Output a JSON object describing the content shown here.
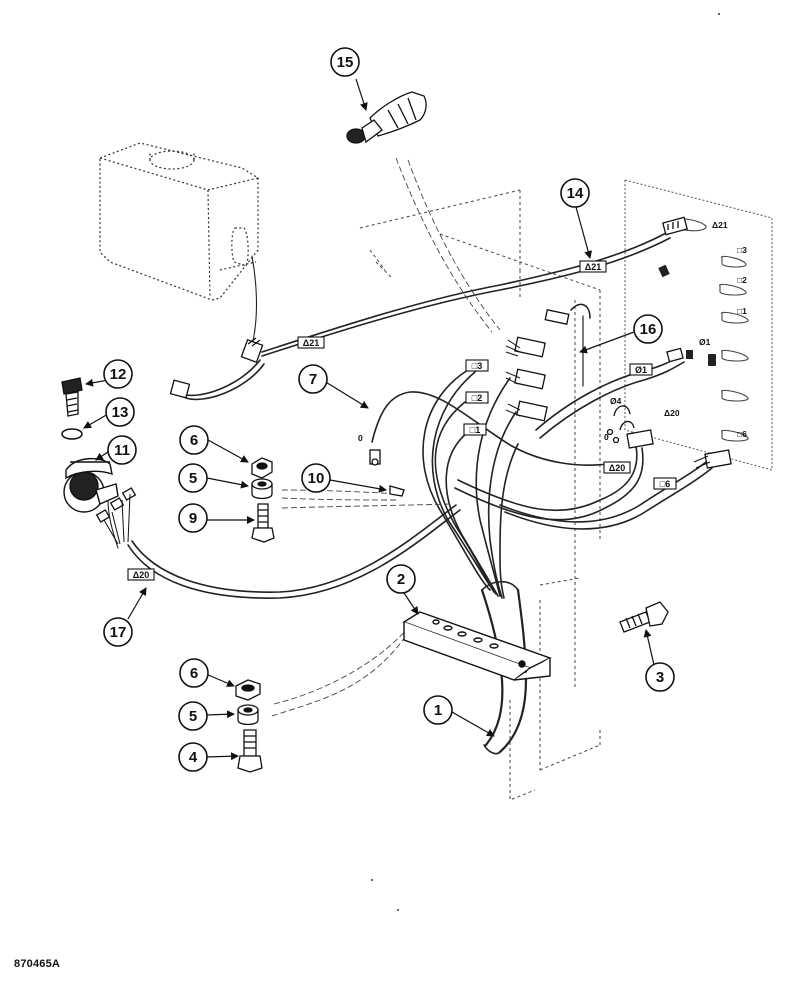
{
  "drawing": {
    "reference": "870465A",
    "callouts": [
      "1",
      "2",
      "3",
      "4",
      "5",
      "6",
      "7",
      "9",
      "10",
      "11",
      "12",
      "13",
      "14",
      "15",
      "16",
      "17",
      "5",
      "6"
    ],
    "wire_tags": [
      "Δ21",
      "Δ21",
      "□3",
      "□2",
      "□1",
      "Ø1",
      "Δ20",
      "□6",
      "Δ20"
    ],
    "panel_labels": [
      "Δ21",
      "□3",
      "□2",
      "□1",
      "Ø1",
      "Ø4",
      "Δ20",
      "□6"
    ],
    "misc_marks": [
      "0",
      "0"
    ]
  }
}
